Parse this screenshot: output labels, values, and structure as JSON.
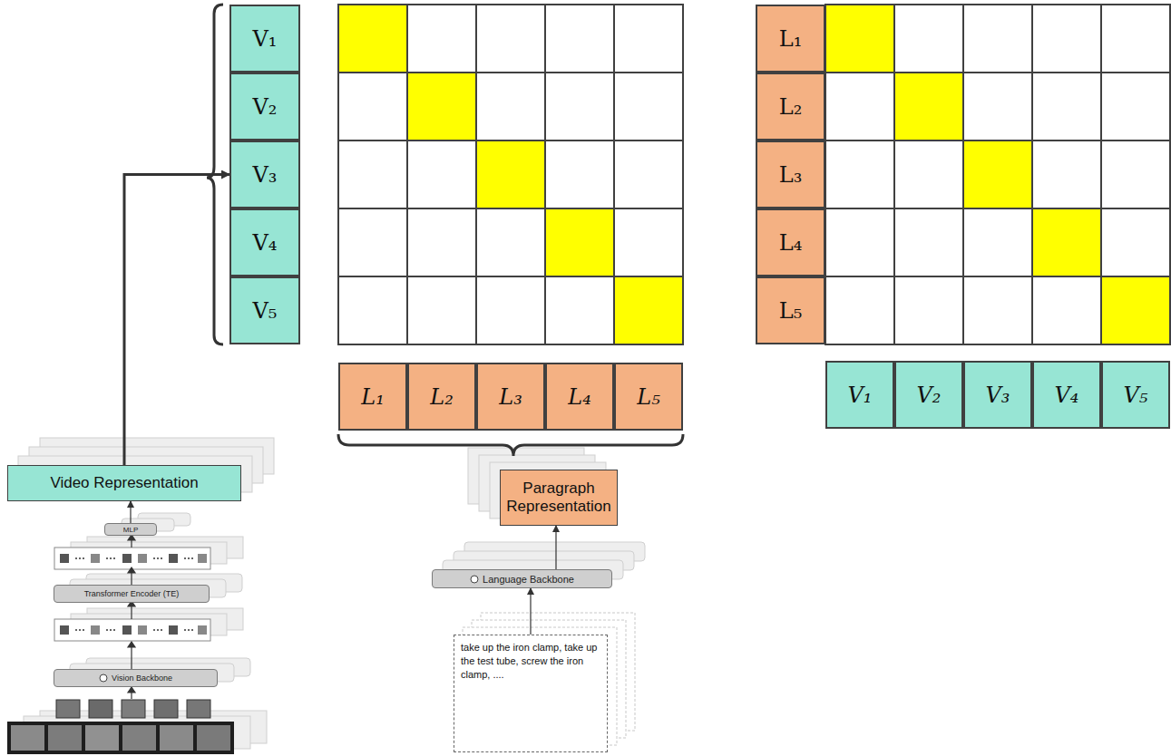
{
  "diagram": {
    "nodes": [
      {
        "text": [
          "V₁"
        ]
      },
      {
        "text": [
          "V₂"
        ]
      },
      {
        "text": [
          "V₃"
        ]
      },
      {
        "text": [
          "V₄"
        ]
      },
      {
        "text": [
          "V₅"
        ]
      },
      {
        "text": [
          "L₁"
        ]
      },
      {
        "text": [
          "L₂"
        ]
      },
      {
        "text": [
          "L₃"
        ]
      },
      {
        "text": [
          "L₄"
        ]
      },
      {
        "text": [
          "L₅"
        ]
      },
      {
        "text": [
          "L₁"
        ]
      },
      {
        "text": [
          "L₂"
        ]
      },
      {
        "text": [
          "L₃"
        ]
      },
      {
        "text": [
          "L₄"
        ]
      },
      {
        "text": [
          "L₅"
        ]
      },
      {
        "text": [
          "V₁"
        ]
      },
      {
        "text": [
          "V₂"
        ]
      },
      {
        "text": [
          "V₃"
        ]
      },
      {
        "text": [
          "V₄"
        ]
      },
      {
        "text": [
          "V₅"
        ]
      },
      {
        "text": [
          "Video Representation"
        ]
      },
      {
        "text": [
          "MLP"
        ]
      },
      {
        "text": [
          "Transformer Encoder (TE)"
        ]
      },
      {
        "text": [
          "Vision Backbone"
        ]
      },
      {
        "text": [
          "Paragraph Representation"
        ]
      },
      {
        "text": [
          "Language Backbone"
        ]
      },
      {
        "text": [
          "take up the iron clamp, take up the test tube, screw the iron clamp, ...."
        ]
      }
    ],
    "edges": [
      {
        "from": 20,
        "to": 2,
        "arrow": "to"
      },
      {
        "from": 21,
        "to": 20,
        "arrow": "to"
      },
      {
        "from": 25,
        "to": 24,
        "arrow": "to"
      },
      {
        "from": 26,
        "to": 25,
        "arrow": "to"
      }
    ]
  }
}
